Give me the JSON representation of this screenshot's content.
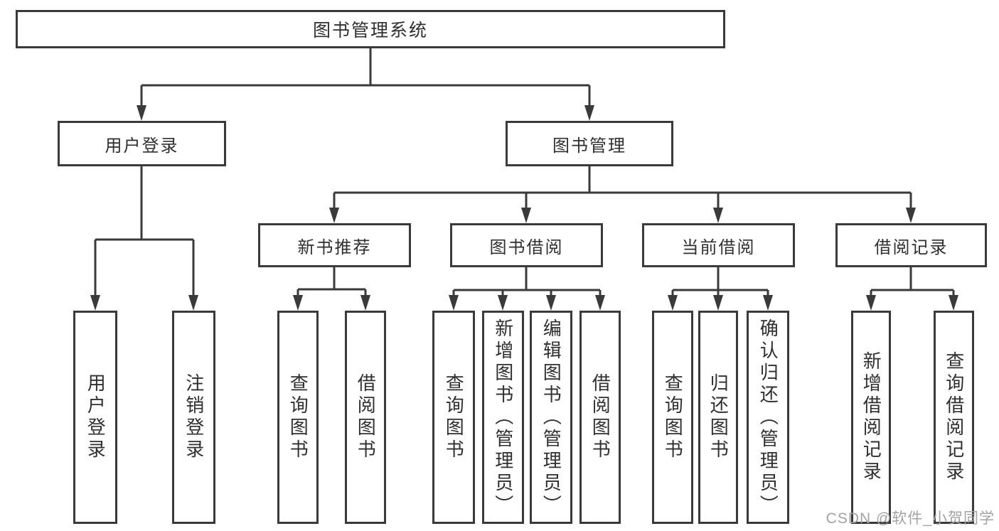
{
  "diagram": {
    "title": "图书管理系统",
    "level2": {
      "user_login": "用户登录",
      "book_management": "图书管理"
    },
    "level3": {
      "new_book_recommend": "新书推荐",
      "book_borrowing": "图书借阅",
      "current_borrowing": "当前借阅",
      "borrowing_records": "借阅记录"
    },
    "leaves": {
      "user_login": [
        "用户登录",
        "注销登录"
      ],
      "new_book_recommend": [
        "查询图书",
        "借阅图书"
      ],
      "book_borrowing": [
        "查询图书",
        "新增图书（管理员）",
        "编辑图书（管理员）",
        "借阅图书"
      ],
      "current_borrowing": [
        "查询图书",
        "归还图书",
        "确认归还（管理员）"
      ],
      "borrowing_records": [
        "新增借阅记录",
        "查询借阅记录"
      ]
    },
    "watermark": "CSDN @软件_小贺同学",
    "colors": {
      "line": "#3a3a3a",
      "text": "#2f2f2f",
      "watermark": "#a3a3a3",
      "background": "#ffffff"
    }
  }
}
